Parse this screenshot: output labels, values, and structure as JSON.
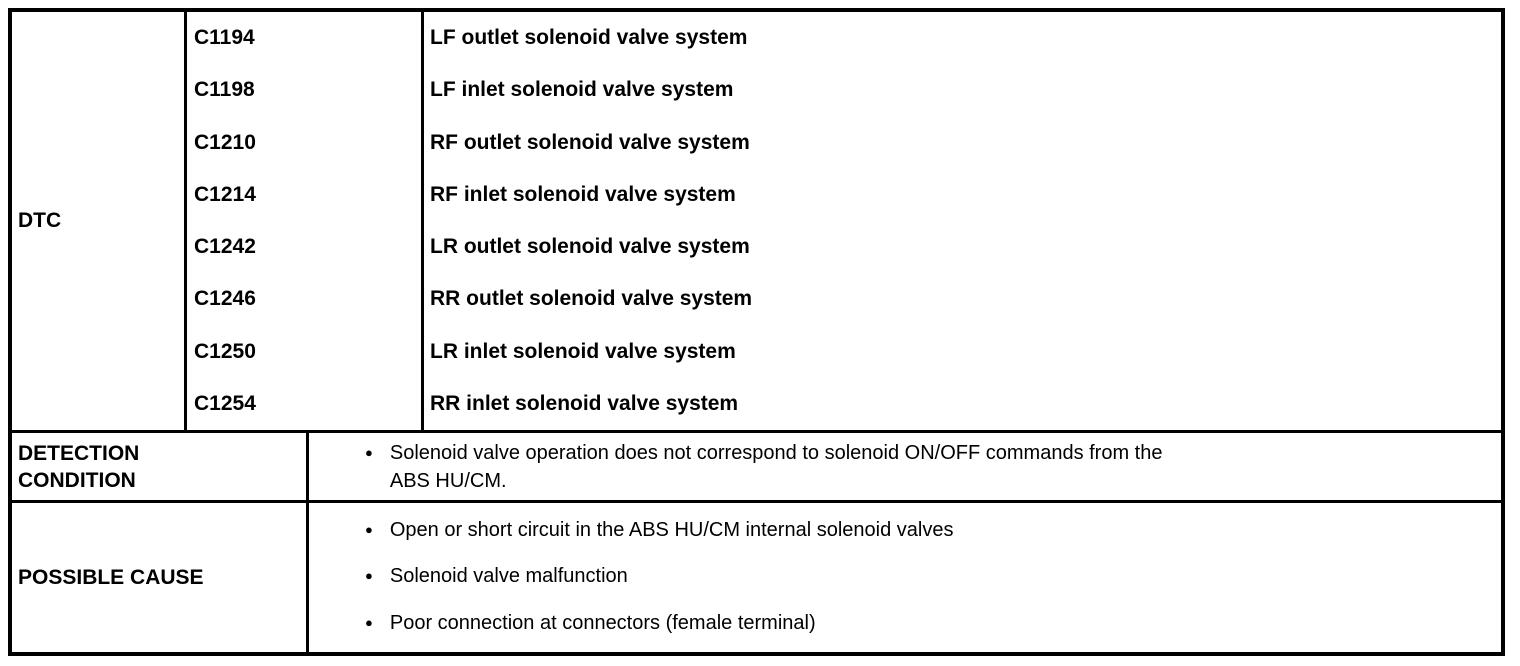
{
  "table": {
    "colors": {
      "border": "#000000",
      "text": "#000000",
      "background": "#ffffff"
    },
    "dtc": {
      "label": "DTC",
      "codes": [
        {
          "code": "C1194",
          "description": "LF outlet solenoid valve system"
        },
        {
          "code": "C1198",
          "description": "LF inlet solenoid valve system"
        },
        {
          "code": "C1210",
          "description": "RF outlet solenoid valve system"
        },
        {
          "code": "C1214",
          "description": "RF inlet solenoid valve system"
        },
        {
          "code": "C1242",
          "description": "LR outlet solenoid valve system"
        },
        {
          "code": "C1246",
          "description": "RR outlet solenoid valve system"
        },
        {
          "code": "C1250",
          "description": "LR inlet solenoid valve system"
        },
        {
          "code": "C1254",
          "description": "RR inlet solenoid valve system"
        }
      ]
    },
    "detection_condition": {
      "label": "DETECTION CONDITION",
      "bullets": [
        "Solenoid valve operation does not correspond to solenoid ON/OFF commands from the ABS HU/CM."
      ]
    },
    "possible_cause": {
      "label": "POSSIBLE CAUSE",
      "bullets": [
        "Open or short circuit in the ABS HU/CM internal solenoid valves",
        "Solenoid valve malfunction",
        "Poor connection at connectors (female terminal)"
      ]
    },
    "bullet_glyph": "●"
  }
}
